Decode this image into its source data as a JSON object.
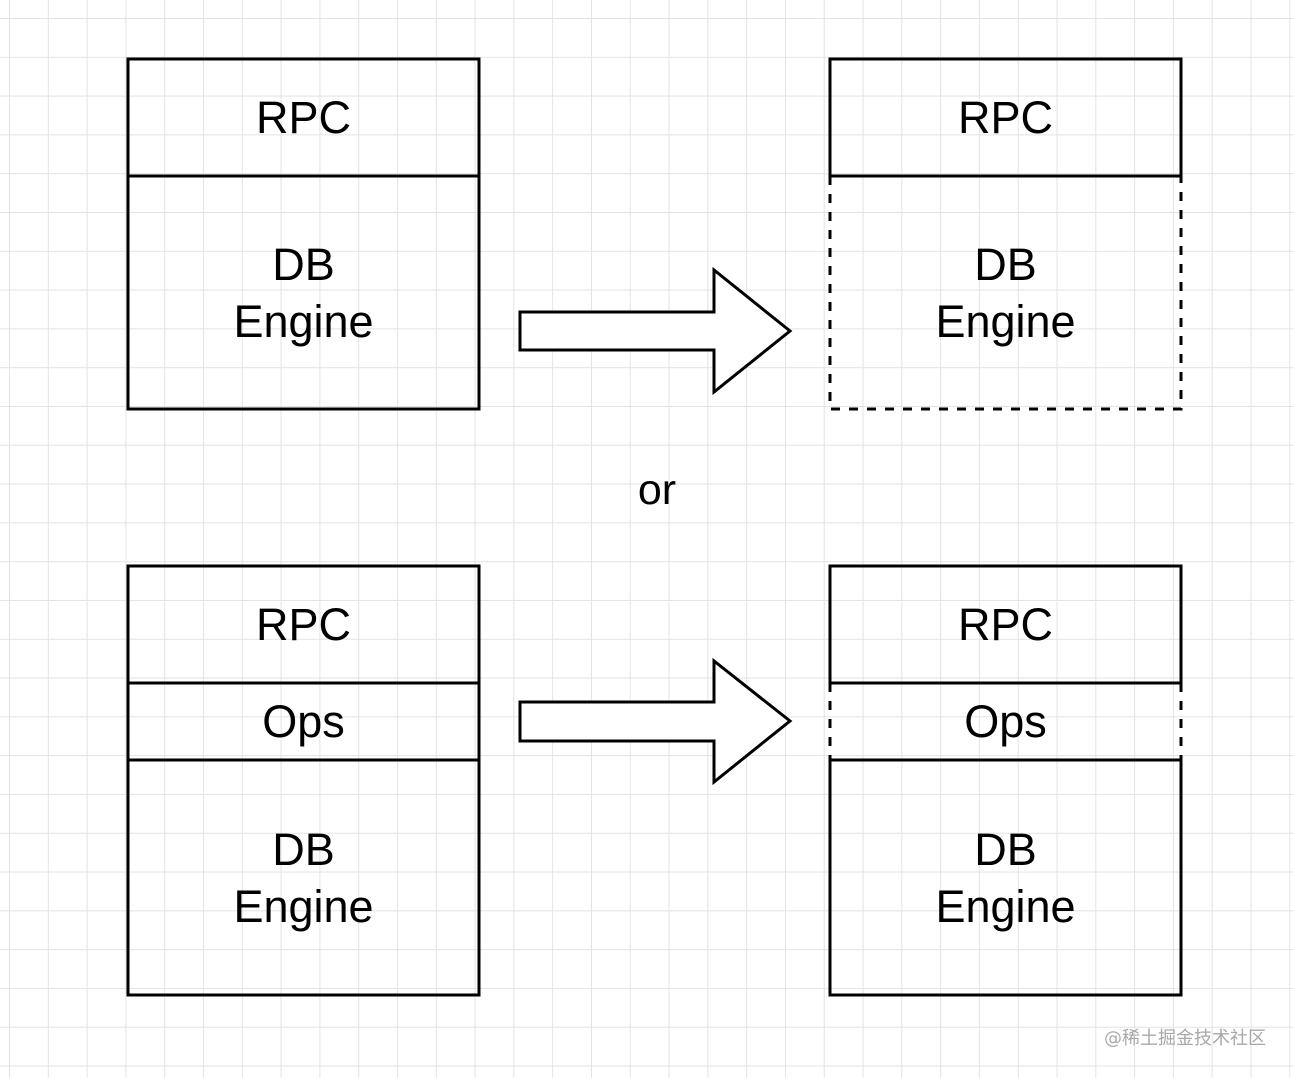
{
  "diagram": {
    "top_row": {
      "before": {
        "rpc": "RPC",
        "engine": "DB\nEngine"
      },
      "after": {
        "rpc": "RPC",
        "engine": "DB\nEngine"
      }
    },
    "separator": "or",
    "bottom_row": {
      "before": {
        "rpc": "RPC",
        "ops": "Ops",
        "engine": "DB\nEngine"
      },
      "after": {
        "rpc": "RPC",
        "ops": "Ops",
        "engine": "DB\nEngine"
      }
    }
  },
  "watermark": "@稀土掘金技术社区",
  "colors": {
    "stroke": "#000000",
    "grid": "#e3e3e3",
    "background": "#ffffff",
    "watermark": "#a8a8a8"
  }
}
